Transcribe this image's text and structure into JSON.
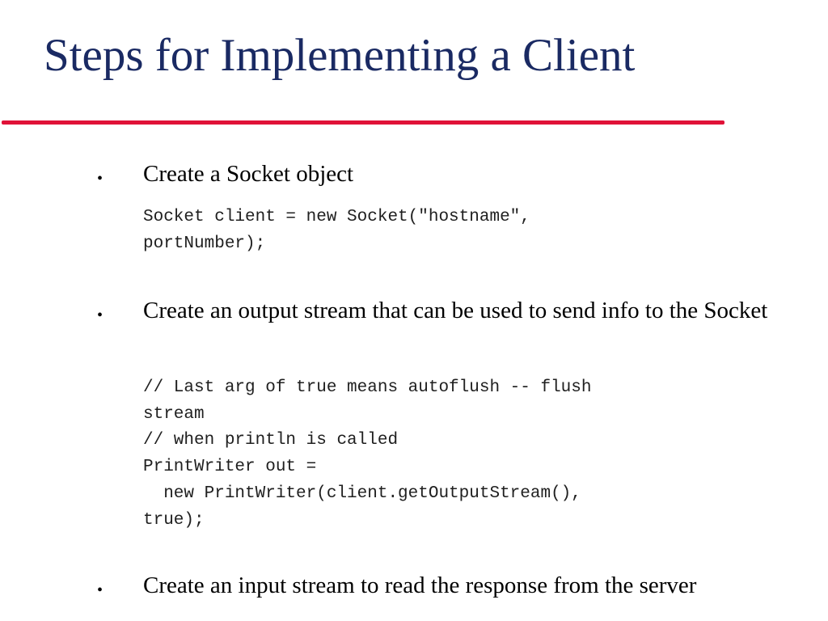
{
  "slide": {
    "title": "Steps for Implementing a Client",
    "accent_color": "#e01237",
    "title_color": "#1a2a63",
    "bullet_symbol": "•",
    "bullets": [
      {
        "text": "Create a Socket object",
        "code": "Socket client = new Socket(\"hostname\",\nportNumber);"
      },
      {
        "text": "Create an output stream that can be used to send info to the Socket",
        "code": "// Last arg of true means autoflush -- flush\nstream\n// when println is called\nPrintWriter out =\n  new PrintWriter(client.getOutputStream(),\ntrue);"
      },
      {
        "text": "Create an input stream to read the response from the server"
      }
    ]
  }
}
